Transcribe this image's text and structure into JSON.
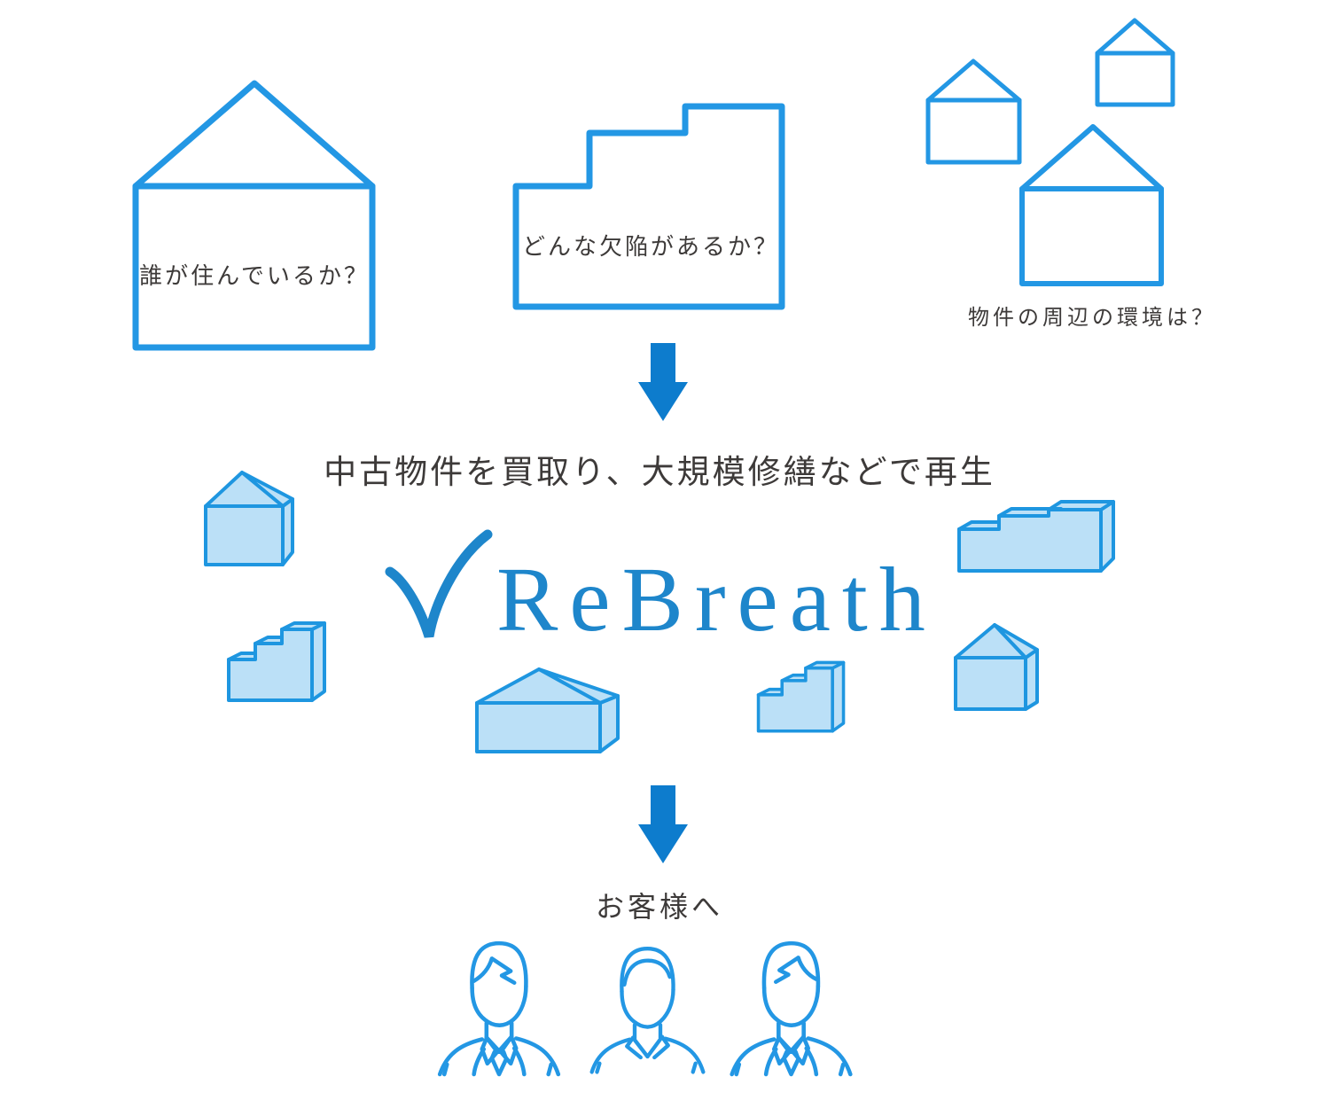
{
  "colors": {
    "sketch_line": "#2397e4",
    "shape_fill": "#bbe0f7",
    "shape_line": "#1e96e0",
    "arrow": "#0d7ccd",
    "logo": "#1e86cb",
    "text": "#3d3a39",
    "background": "#ffffff"
  },
  "questions": {
    "who_lives": "誰が住んでいるか？",
    "defects": "どんな欠陥があるか？",
    "environment": "物件の周辺の環境は？"
  },
  "process": {
    "caption": "中古物件を買取り、大規模修繕などで再生",
    "brand": "ReBreath"
  },
  "customers": {
    "caption": "お客様へ"
  },
  "icons": {
    "question_house": "house-outline-icon",
    "question_building": "stepped-building-outline-icon",
    "neighborhood_houses": "neighborhood-houses-icon",
    "down_arrow": "down-arrow-icon",
    "brand_checkmark": "checkmark-icon",
    "renovated_house": "renovated-house-3d-icon",
    "renovated_building": "renovated-steps-3d-icon",
    "customer_people": "businessmen-icon"
  }
}
